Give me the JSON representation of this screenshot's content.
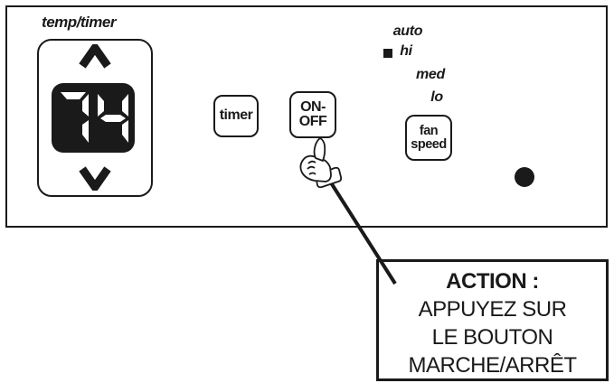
{
  "colors": {
    "ink": "#1a1a1a",
    "panel_bg": "#ffffff"
  },
  "panel": {
    "temp_timer_label": "temp/timer",
    "display": {
      "value": "74"
    },
    "buttons": {
      "timer": "timer",
      "on_off": [
        "ON-",
        "OFF"
      ],
      "fan_speed": [
        "fan",
        "speed"
      ]
    },
    "fan_speed_options": {
      "auto": "auto",
      "hi": "hi",
      "med": "med",
      "lo": "lo",
      "selected": "hi"
    },
    "power_led_color": "#1a1a1a"
  },
  "callout": {
    "title": "ACTION :",
    "lines": [
      "APPUYEZ SUR",
      "LE BOUTON",
      "MARCHE/ARRÊT"
    ]
  }
}
